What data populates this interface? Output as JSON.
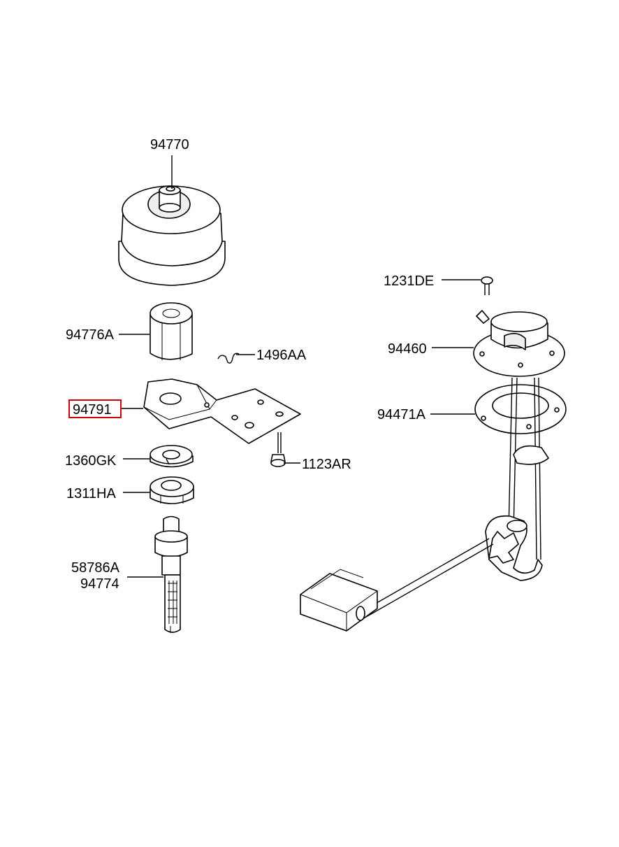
{
  "parts": [
    {
      "id": "p94770",
      "number": "94770"
    },
    {
      "id": "p1231DE",
      "number": "1231DE"
    },
    {
      "id": "p94776A",
      "number": "94776A"
    },
    {
      "id": "p94460",
      "number": "94460"
    },
    {
      "id": "p1496AA",
      "number": "1496AA"
    },
    {
      "id": "p94791",
      "number": "94791",
      "highlighted": true
    },
    {
      "id": "p94471A",
      "number": "94471A"
    },
    {
      "id": "p1360GK",
      "number": "1360GK"
    },
    {
      "id": "p1123AR",
      "number": "1123AR"
    },
    {
      "id": "p1311HA",
      "number": "1311HA"
    },
    {
      "id": "p58786A",
      "number": "58786A"
    },
    {
      "id": "p94774",
      "number": "94774"
    }
  ],
  "colors": {
    "line": "#000000",
    "highlight": "#d40000",
    "background": "#ffffff"
  }
}
